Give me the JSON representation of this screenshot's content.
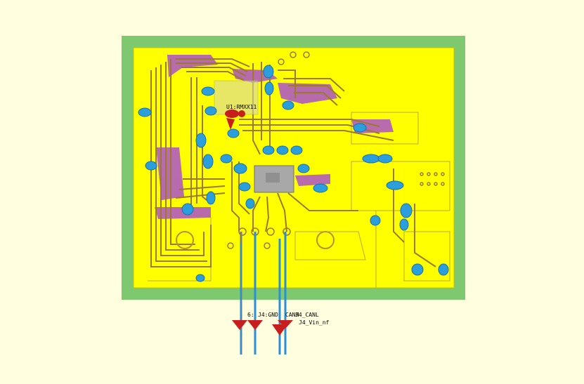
{
  "colors": {
    "background": "#ffffe0",
    "board_outline": "#7ec870",
    "copper_pour": "#ffff00",
    "bottom_layer": "#b05cc0",
    "top_trace": "#a08a3a",
    "via": "#2a9fdc",
    "ic_body": "#a8a8a8",
    "marker": "#c81e1e"
  },
  "board": {
    "component_label": "U1:RMXX11",
    "connectors": [
      {
        "id": "conn-1",
        "label": "6:"
      },
      {
        "id": "conn-2",
        "label": "J4:GND"
      },
      {
        "id": "conn-3",
        "label": "CANH"
      },
      {
        "id": "conn-4",
        "label": "J4_CANL"
      }
    ],
    "net_label": "J4_Vin_nf"
  }
}
